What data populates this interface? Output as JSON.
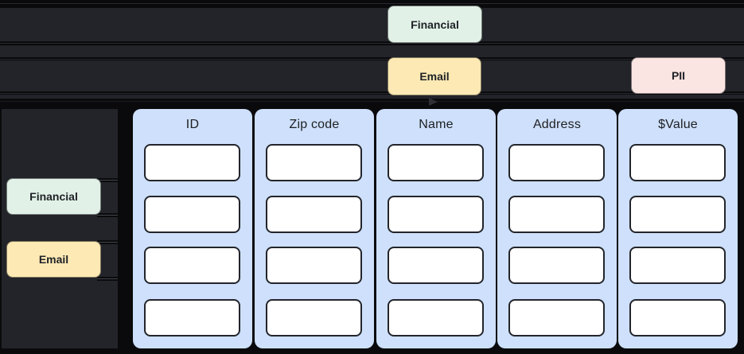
{
  "colors": {
    "background": "#0a0a0c",
    "row_band": "#222429",
    "tag_financial": "#e1f1e7",
    "tag_email": "#fce9b4",
    "tag_pii": "#fbe5e2",
    "column_panel": "#cee0fb",
    "cell_fill": "#ffffff",
    "cell_border": "#23252b",
    "text": "#202227"
  },
  "top_tags": [
    {
      "label": "Financial",
      "color": "#e1f1e7"
    },
    {
      "label": "Email",
      "color": "#fce9b4"
    },
    {
      "label": "PII",
      "color": "#fbe5e2"
    }
  ],
  "sidebar_tags": [
    {
      "label": "Financial",
      "color": "#e1f1e7"
    },
    {
      "label": "Email",
      "color": "#fce9b4"
    }
  ],
  "table": {
    "row_count": 4,
    "columns": [
      {
        "header": "ID",
        "cells": [
          "",
          "",
          "",
          ""
        ]
      },
      {
        "header": "Zip code",
        "cells": [
          "",
          "",
          "",
          ""
        ]
      },
      {
        "header": "Name",
        "cells": [
          "",
          "",
          "",
          ""
        ]
      },
      {
        "header": "Address",
        "cells": [
          "",
          "",
          "",
          ""
        ]
      },
      {
        "header": "$Value",
        "cells": [
          "",
          "",
          "",
          ""
        ]
      }
    ]
  }
}
